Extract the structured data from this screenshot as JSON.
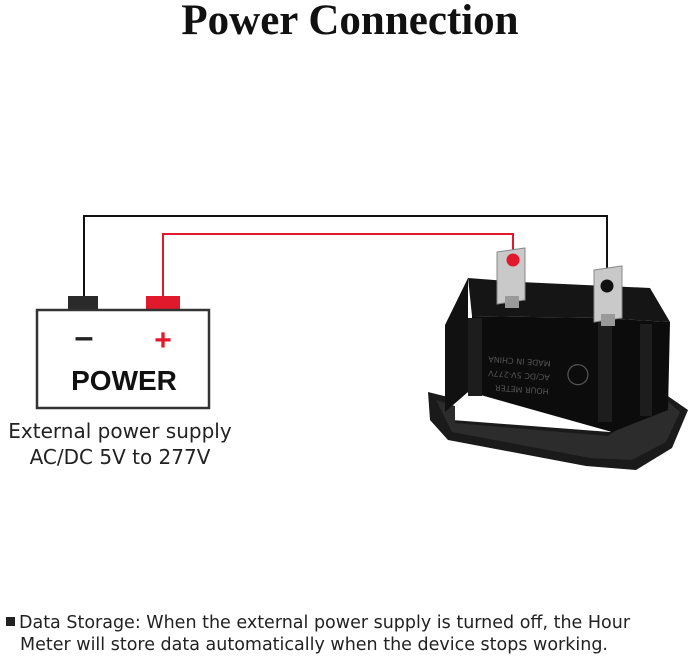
{
  "title": "Power Connection",
  "battery": {
    "minus_sign": "–",
    "plus_sign": "+",
    "label": "POWER"
  },
  "supply_caption": {
    "line1": "External power supply",
    "line2": "AC/DC 5V to 277V"
  },
  "note": {
    "line1": "Data Storage: When the external power supply is turned off, the Hour",
    "line2": "Meter will store data automatically when the device stops working."
  },
  "device_label_lines": [
    "HOUR METER",
    "AC/DC 5V-277V",
    "MADE IN CHINA"
  ],
  "colors": {
    "wire_negative": "#111111",
    "wire_positive": "#e0192d",
    "plus_sign": "#e0192d"
  }
}
